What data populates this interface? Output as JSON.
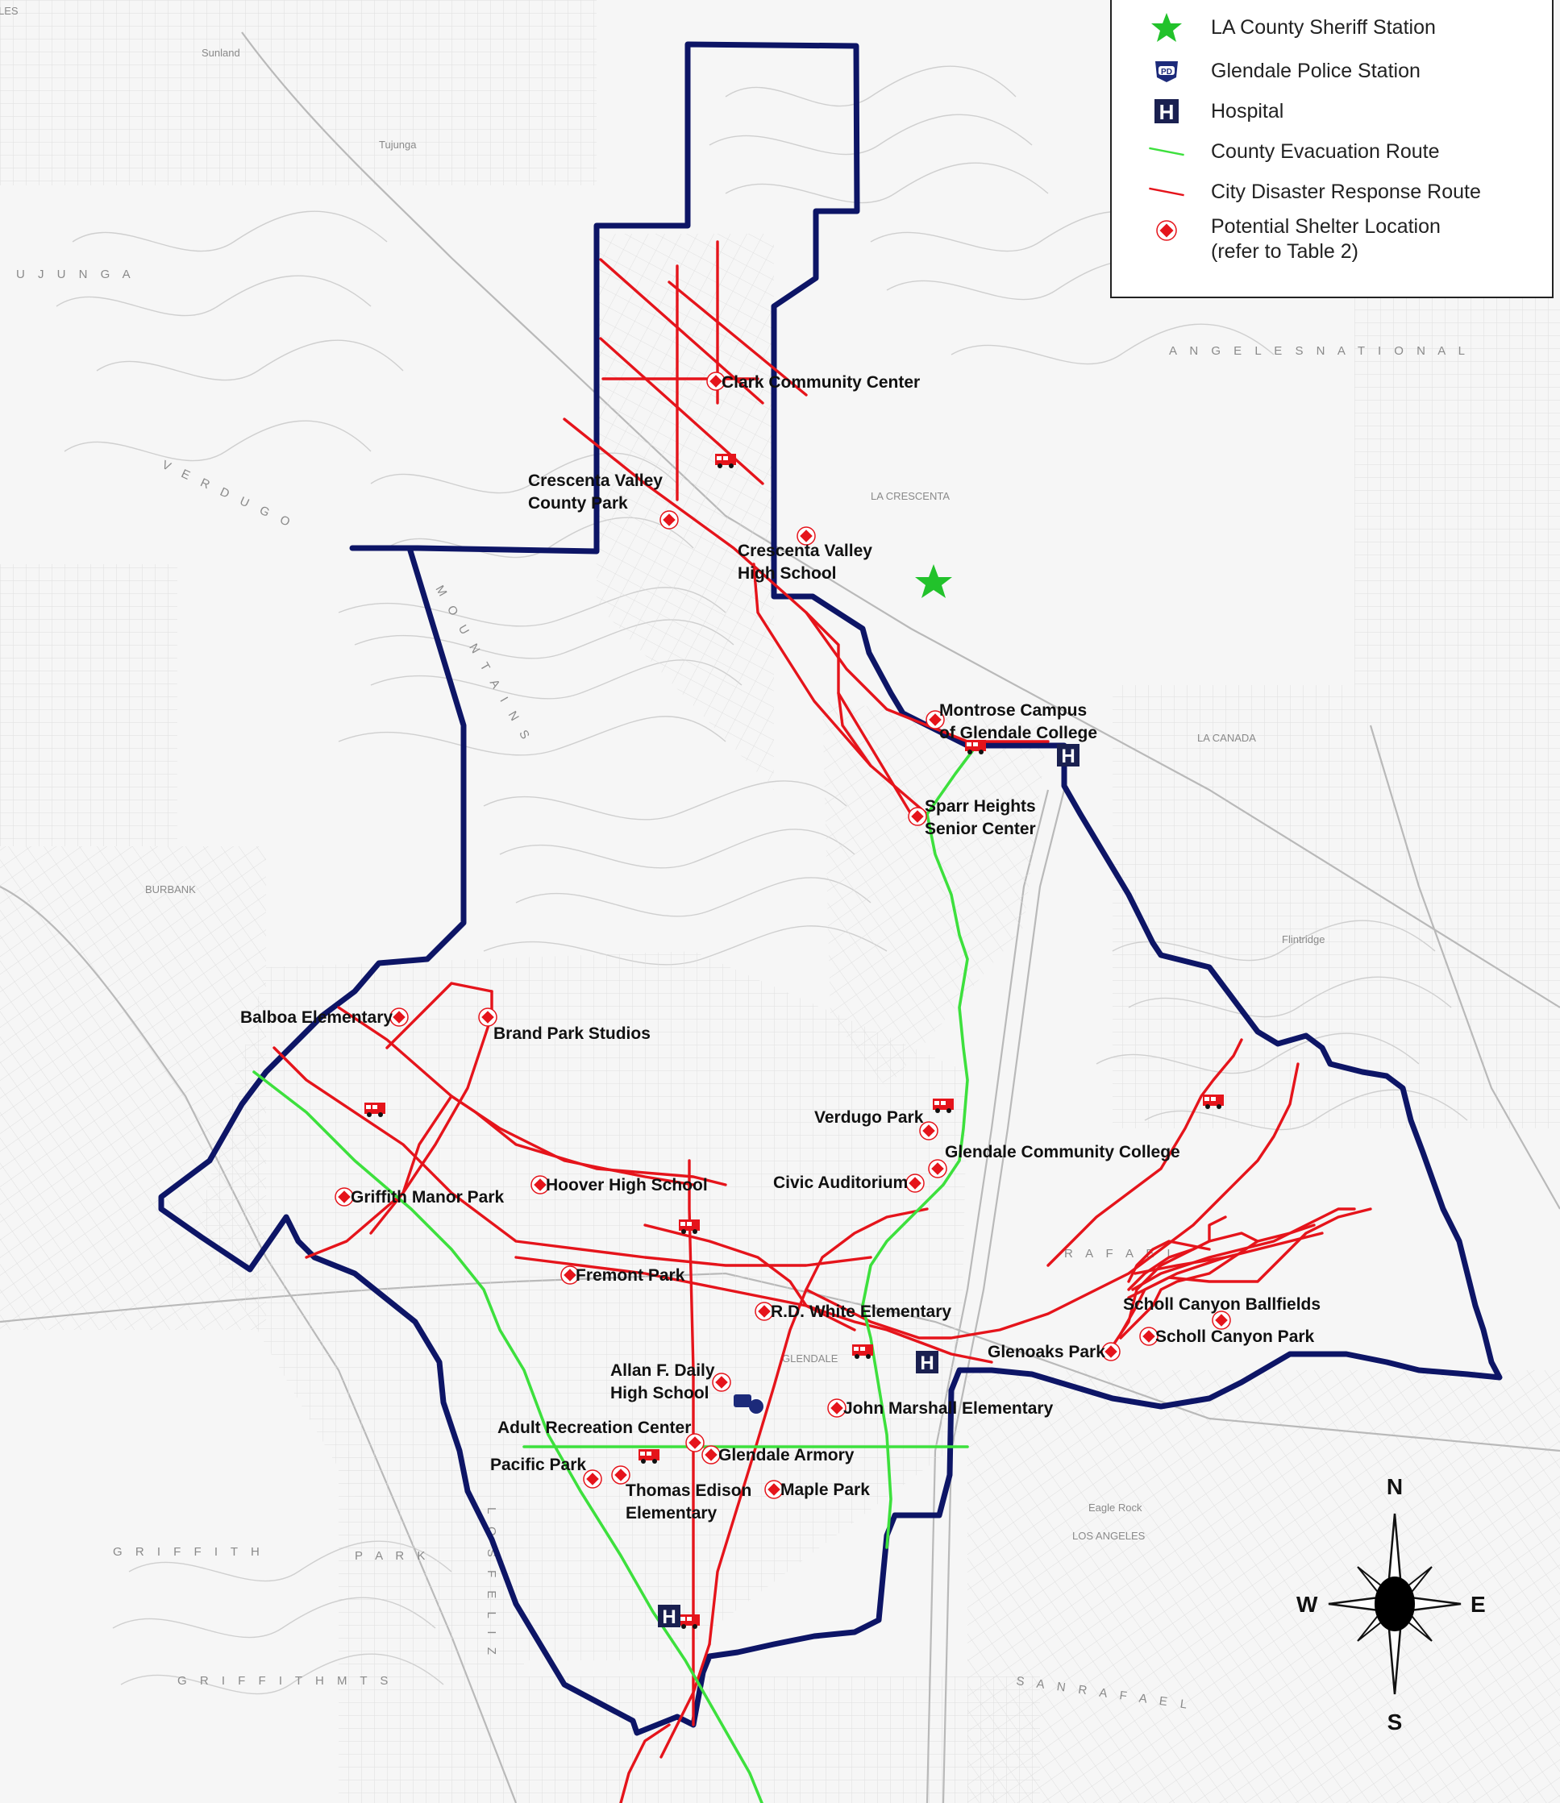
{
  "legend": {
    "items": [
      {
        "symbol": "star-icon",
        "label": "LA County Sheriff Station",
        "color": "#22c22b"
      },
      {
        "symbol": "police-badge-icon",
        "label": "Glendale Police Station",
        "color": "#1c2a7a"
      },
      {
        "symbol": "hospital-icon",
        "label": "Hospital",
        "color": "#1a2050"
      },
      {
        "symbol": "green-line",
        "label": "County Evacuation Route",
        "color": "#3de03d"
      },
      {
        "symbol": "red-line",
        "label": "City Disaster Response Route",
        "color": "#e5141b"
      },
      {
        "symbol": "shelter-diamond-icon",
        "label": "Potential Shelter Location",
        "label2": "(refer to Table 2)",
        "color": "#e5141b"
      }
    ]
  },
  "shelters": [
    {
      "name": "Clark Community Center"
    },
    {
      "name": "Crescenta Valley",
      "name2": "County Park"
    },
    {
      "name": "Crescenta Valley",
      "name2": "High School"
    },
    {
      "name": "Montrose Campus",
      "name2": "of Glendale College"
    },
    {
      "name": "Sparr Heights",
      "name2": "Senior Center"
    },
    {
      "name": "Balboa Elementary"
    },
    {
      "name": "Brand Park Studios"
    },
    {
      "name": "Verdugo Park"
    },
    {
      "name": "Glendale Community College"
    },
    {
      "name": "Hoover High School"
    },
    {
      "name": "Civic Auditorium"
    },
    {
      "name": "Griffith Manor Park"
    },
    {
      "name": "Fremont Park"
    },
    {
      "name": "R.D. White Elementary"
    },
    {
      "name": "Scholl Canyon Ballfields"
    },
    {
      "name": "Scholl Canyon Park"
    },
    {
      "name": "Glenoaks Park"
    },
    {
      "name": "Allan F. Daily",
      "name2": "High School"
    },
    {
      "name": "John Marshall Elementary"
    },
    {
      "name": "Adult Recreation Center"
    },
    {
      "name": "Glendale Armory"
    },
    {
      "name": "Pacific Park"
    },
    {
      "name": "Thomas Edison",
      "name2": "Elementary"
    },
    {
      "name": "Maple Park"
    }
  ],
  "compass": {
    "n": "N",
    "s": "S",
    "e": "E",
    "w": "W"
  },
  "base_labels": {
    "sunland": "Sunland",
    "tujunga": "Tujunga",
    "tujunga_wide": "U J U N G A",
    "verdugo": "V E R D U G O",
    "mountains": "M O U N T A I N S",
    "la_crescenta": "LA CRESCENTA",
    "angeles_national": "A N G E L E S     N A T I O N A L",
    "la_canada": "LA CANADA",
    "burbank": "BURBANK",
    "san_rafael": "R A F A E L",
    "griffith": "G R I F F I T H",
    "park": "P A R K",
    "los_angeles": "LOS ANGELES",
    "griffith_mts": "G R I F F I T H   M T S",
    "san_rafael_s": "S A N   R A F A E L",
    "los_feliz": "L O S   F E L I Z",
    "les": "LES",
    "flintridge": "Flintridge",
    "eagle_rock": "Eagle Rock",
    "glendale": "GLENDALE"
  }
}
